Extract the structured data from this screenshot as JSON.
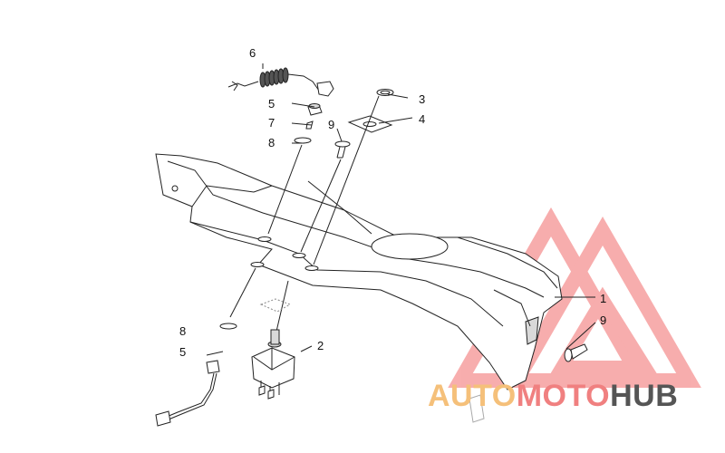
{
  "callouts": [
    {
      "id": "c6",
      "text": "6"
    },
    {
      "id": "c5a",
      "text": "5"
    },
    {
      "id": "c7",
      "text": "7"
    },
    {
      "id": "c8a",
      "text": "8"
    },
    {
      "id": "c9a",
      "text": "9"
    },
    {
      "id": "c3",
      "text": "3"
    },
    {
      "id": "c4",
      "text": "4"
    },
    {
      "id": "c1",
      "text": "1"
    },
    {
      "id": "c9b",
      "text": "9"
    },
    {
      "id": "c8b",
      "text": "8"
    },
    {
      "id": "c5b",
      "text": "5"
    },
    {
      "id": "c2",
      "text": "2"
    }
  ],
  "watermark": {
    "part1": "AUTO",
    "part2": "MOTO",
    "part3": "HUB",
    "color1": "#f5c07a",
    "color2": "#f08080",
    "color3": "#555555",
    "triangle_color": "#f26b6b"
  }
}
